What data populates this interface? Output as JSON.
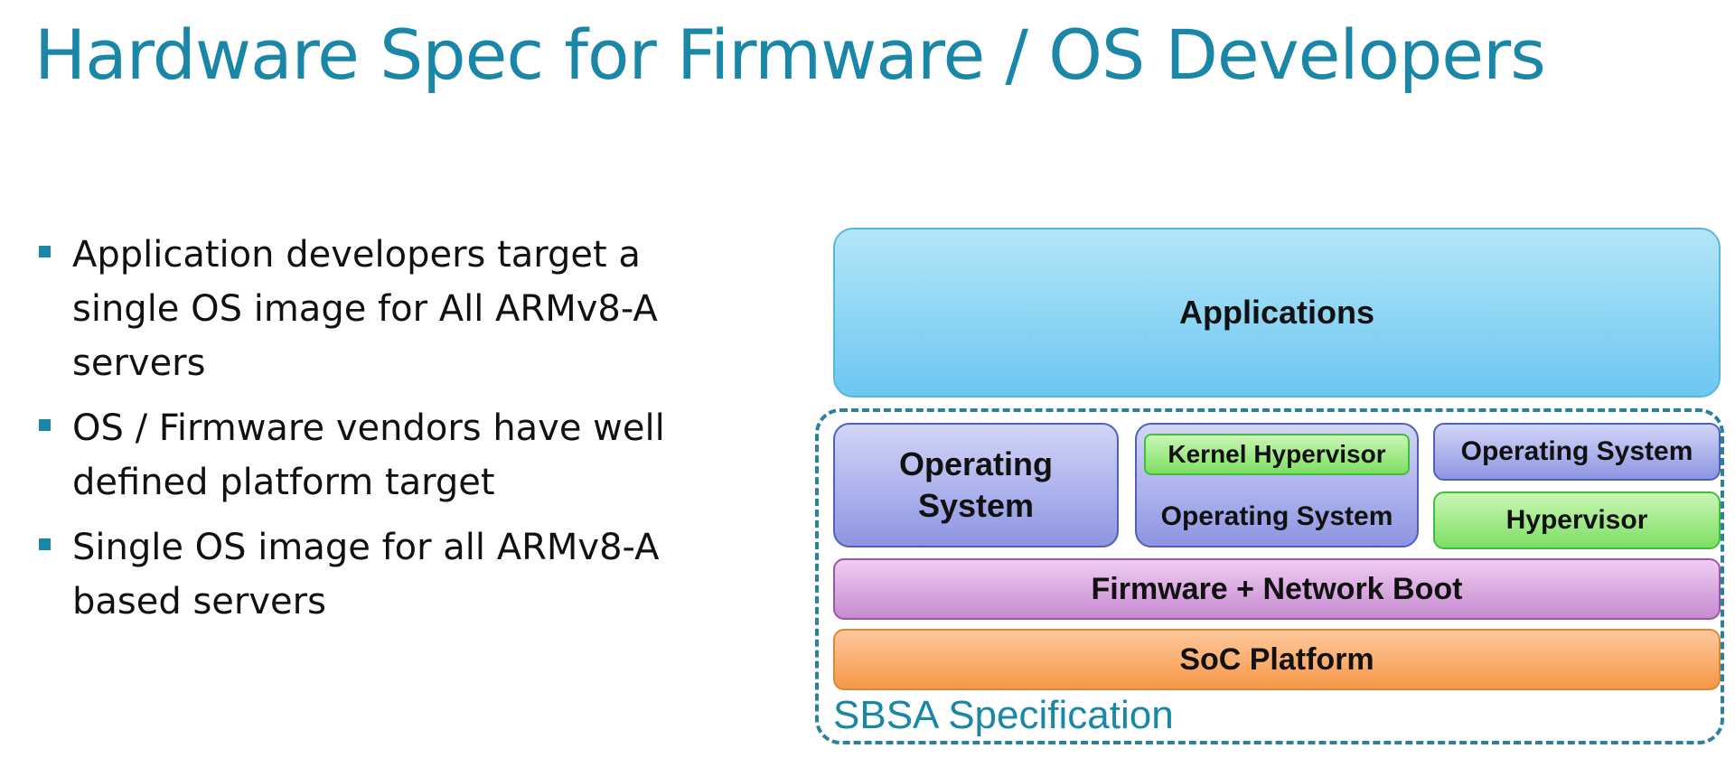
{
  "title": "Hardware Spec for Firmware / OS Developers",
  "bullets": [
    "Application developers target a single OS image for All ARMv8-A servers",
    "OS / Firmware vendors have well defined platform target",
    "Single OS image for all ARMv8-A based servers"
  ],
  "diagram": {
    "applications": "Applications",
    "os_left": "Operating System",
    "kernel_hypervisor": "Kernel Hypervisor",
    "os_middle": "Operating System",
    "os_right": "Operating System",
    "hypervisor": "Hypervisor",
    "firmware": "Firmware + Network Boot",
    "soc": "SoC Platform",
    "sbsa_label": "SBSA Specification"
  },
  "colors": {
    "title": "#1a86a8",
    "bullet_marker": "#1a86a8",
    "applications": "#6cc7f1",
    "operating_system": "#8d95e2",
    "hypervisor": "#7ede63",
    "firmware": "#c68ad1",
    "soc": "#f59848",
    "sbsa_frame": "#2e7f9c"
  }
}
